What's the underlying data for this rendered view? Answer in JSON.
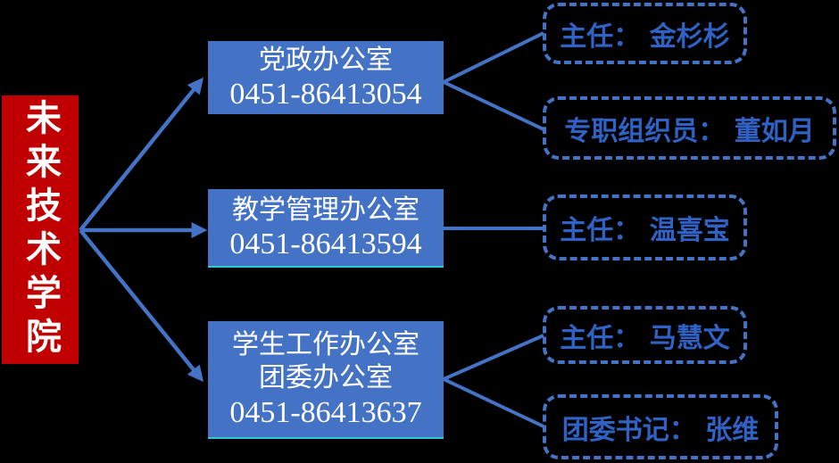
{
  "diagram": {
    "college": {
      "label": "未来技术学院"
    },
    "offices": [
      {
        "name": "党政办公室",
        "name2": "",
        "phone": "0451-86413054"
      },
      {
        "name": "教学管理办公室",
        "name2": "",
        "phone": "0451-86413594"
      },
      {
        "name": "学生工作办公室",
        "name2": "团委办公室",
        "phone": "0451-86413637"
      }
    ],
    "staff": [
      {
        "label": "主任： 金杉杉"
      },
      {
        "label": "专职组织员： 董如月"
      },
      {
        "label": "主任： 温喜宝"
      },
      {
        "label": "主任： 马慧文"
      },
      {
        "label": "团委书记： 张维"
      }
    ],
    "colors": {
      "background": "#000000",
      "college_fill": "#C00000",
      "office_fill": "#4472C4",
      "connector": "#4472C4",
      "staff_border": "#4472C4",
      "staff_text": "#2F62C4",
      "office_text": "#FFFFFF",
      "college_text": "#FFFFFF",
      "cyan_edge": "#2FC7DC"
    }
  }
}
